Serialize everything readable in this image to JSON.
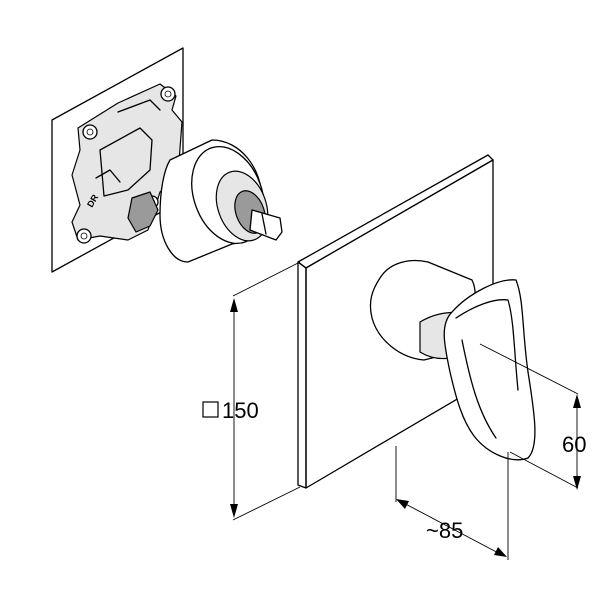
{
  "dimensions": {
    "plate_size": {
      "label": "□ 150",
      "value": 150
    },
    "handle_height": {
      "label": "60",
      "value": 60
    },
    "projection_depth": {
      "label": "~85",
      "value": 85
    }
  }
}
